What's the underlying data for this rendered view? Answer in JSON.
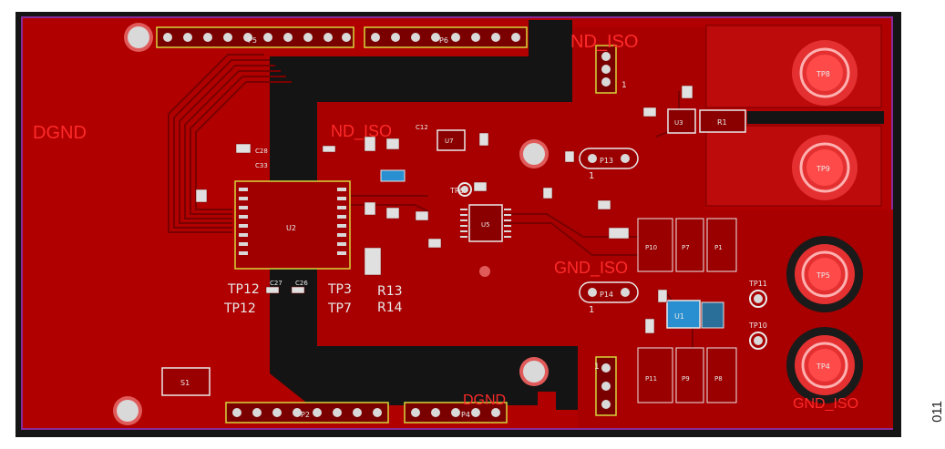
{
  "colors": {
    "board_border": "#1a1a1a",
    "copper": "#b00000",
    "copper_light": "#c81414",
    "trace": "#7a0000",
    "void": "#141414",
    "pad": "#d9d9d9",
    "silk": "#e9e9e9",
    "outline": "#8a2a9a",
    "highlight": "#2a8fd0",
    "header_outline": "#d8d63c"
  },
  "region_labels": {
    "dgnd": "DGND",
    "gnd_iso_top_right": "ND_ISO",
    "gnd_iso_mid": "ND_ISO",
    "gnd_iso_lower": "GND_ISO",
    "dgnd_bottom": "DGND",
    "gnd_iso_bottom_right": "GND_ISO"
  },
  "headers": {
    "p5": "P5",
    "p6": "P6",
    "p2": "P2",
    "p4": "P4"
  },
  "testpoints": {
    "tp8": "TP8",
    "tp9": "TP9",
    "tp5": "TP5",
    "tp4": "TP4",
    "tp11": "TP11",
    "tp10": "TP10",
    "tp6": "TP6",
    "tp12": "TP12",
    "tp3": "TP3",
    "tp7": "TP7"
  },
  "components": {
    "u2": "U2",
    "u5": "U5",
    "u7": "U7",
    "u3": "U3",
    "u1": "U1",
    "s1": "S1",
    "r1": "R1",
    "r13": "R13",
    "r14": "R14",
    "p13": "P13",
    "p14": "P14",
    "p10": "P10",
    "p7": "P7",
    "p1": "P1",
    "p11": "P11",
    "p9": "P9",
    "p8": "P8",
    "c27": "C27",
    "c26": "C26",
    "c28": "C28",
    "c33": "C33",
    "c12": "C12"
  },
  "pin_one_marks": {
    "right_header": "1",
    "p13_one": "1",
    "p14_one": "1",
    "lower_header": "1"
  },
  "figure_number": "011"
}
